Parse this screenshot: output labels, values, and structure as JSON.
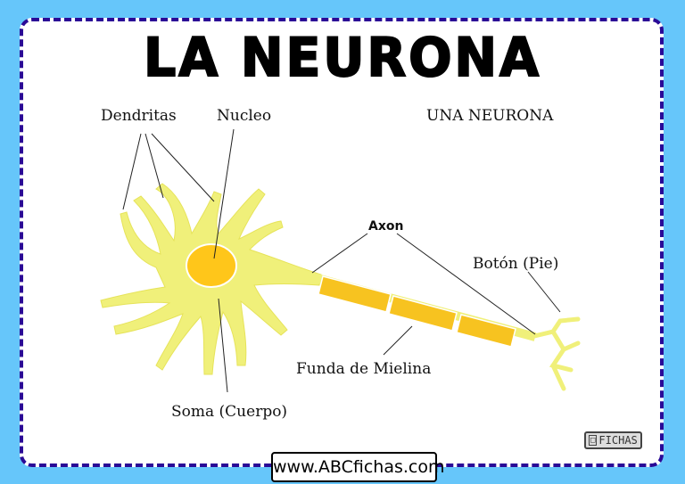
{
  "title": "LA NEURONA",
  "subtitle": "UNA NEURONA",
  "labels": {
    "dendritas": "Dendritas",
    "nucleo": "Nucleo",
    "axon": "Axon",
    "boton": "Botón (Pie)",
    "funda": "Funda de Mielina",
    "soma": "Soma (Cuerpo)"
  },
  "footer": {
    "url": "www.ABCfichas.com",
    "logo": "FICHAS",
    "logo_letters": "ABC"
  },
  "colors": {
    "background": "#66c6fa",
    "border": "#2a0a96",
    "cell": "#f0f07a",
    "nucleus": "#ffc61a",
    "myelin": "#f7c320"
  }
}
